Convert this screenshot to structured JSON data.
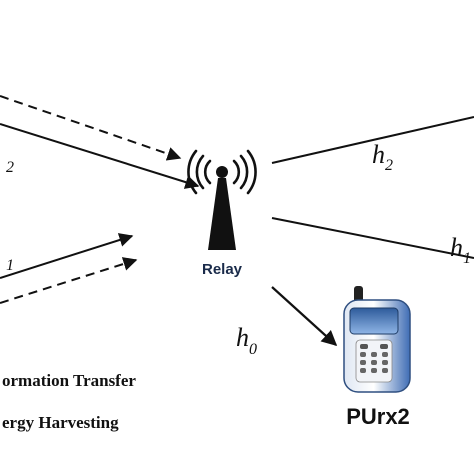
{
  "relay": {
    "label": "Relay"
  },
  "receiver": {
    "label": "PUrx2"
  },
  "channels": {
    "left_top_sub": "2",
    "left_bottom_sub": "1",
    "h2": {
      "base": "h",
      "sub": "2"
    },
    "h_right": {
      "base": "h",
      "sub": "1"
    },
    "h0": {
      "base": "h",
      "sub": "0"
    }
  },
  "legend": {
    "solid_label": "ormation Transfer",
    "dashed_label": "ergy Harvesting"
  },
  "colors": {
    "line": "#111111",
    "relay_text": "#1a2b4a",
    "phone_body": "#5a87c8"
  }
}
